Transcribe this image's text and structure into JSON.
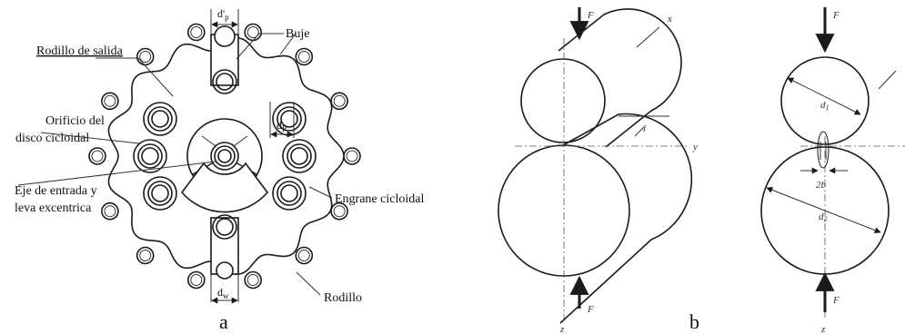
{
  "figure_a": {
    "caption": "a",
    "labels": {
      "output_roller": "Rodillo de salida",
      "bushing": "Buje",
      "disk_hole_line1": "Orificio del",
      "disk_hole_line2": "disco cicloidal",
      "input_shaft_line1": "Eje de entrada y",
      "input_shaft_line2": "leva excentrica",
      "cycloidal_gear": "Engrane cicloidal",
      "roller": "Rodillo",
      "dim_dp_prime_base": "d'",
      "dim_dp_prime_sub": "p",
      "dim_dp_base": "d",
      "dim_dp_sub": "P",
      "dim_dw_base": "d",
      "dim_dw_sub": "w"
    }
  },
  "figure_b": {
    "caption": "b",
    "labels": {
      "force_top": "F",
      "force_bottom": "F",
      "axis_x": "x",
      "axis_y": "y",
      "axis_z": "z",
      "length": "l",
      "force_top_right": "F",
      "force_bottom_right": "F",
      "axis_z_right": "z",
      "d1_base": "d",
      "d1_sub": "1",
      "d2_base": "d",
      "d2_sub": "2",
      "contact_width": "2b"
    }
  },
  "colors": {
    "line": "#1a1a1a",
    "background": "#ffffff"
  }
}
